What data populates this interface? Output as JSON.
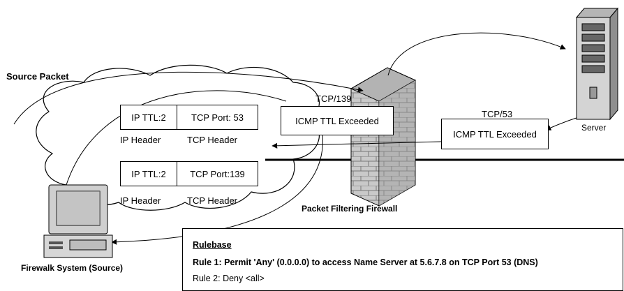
{
  "labels": {
    "source_packet": "Source Packet",
    "firewall": "Packet Filtering Firewall",
    "firewalk_system": "Firewalk System (Source)",
    "server": "Server"
  },
  "packets": [
    {
      "ttl": "IP TTL:2",
      "port": "TCP Port: 53",
      "header_ip": "IP Header",
      "header_tcp": "TCP Header"
    },
    {
      "ttl": "IP TTL:2",
      "port": "TCP Port:139",
      "header_ip": "IP Header",
      "header_tcp": "TCP Header"
    }
  ],
  "icmp_boxes": [
    {
      "protocol": "TCP/139",
      "text": "ICMP TTL Exceeded"
    },
    {
      "protocol": "TCP/53",
      "text": "ICMP TTL Exceeded"
    }
  ],
  "rulebase": {
    "title": "Rulebase",
    "rules": [
      "Rule 1: Permit 'Any' (0.0.0.0) to access Name Server at 5.6.7.8 on TCP Port 53 (DNS)",
      "Rule 2: Deny <all>"
    ]
  }
}
